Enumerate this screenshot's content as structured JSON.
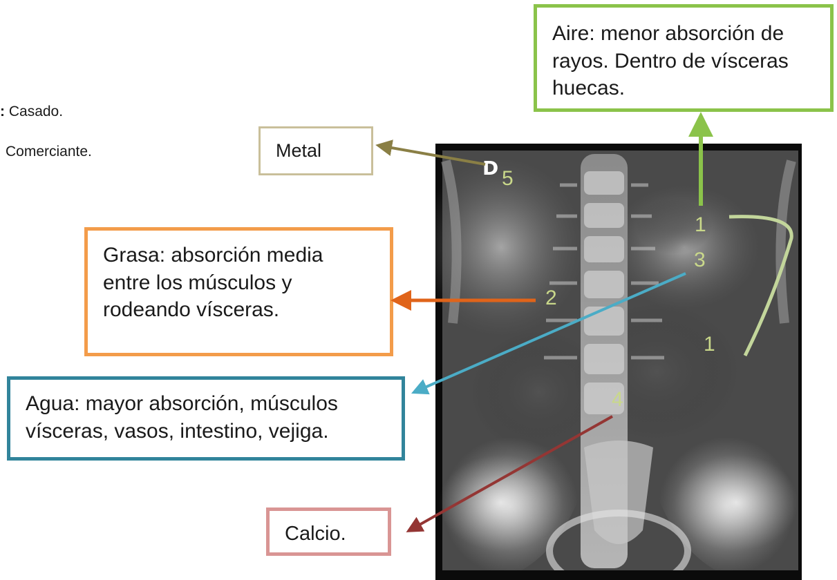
{
  "fragments": {
    "marital_colon": ":",
    "marital_value": "Casado.",
    "occupation_value": "Comerciante."
  },
  "labels": {
    "aire": "Aire: menor absorción de rayos. Dentro de vísceras huecas.",
    "metal": "Metal",
    "grasa": "Grasa: absorción media entre los músculos y rodeando vísceras.",
    "agua": "Agua: mayor absorción, músculos vísceras, vasos, intestino, vejiga.",
    "calcio": "Calcio."
  },
  "xray": {
    "side_marker": "D",
    "numbers": {
      "n5": "5",
      "n1a": "1",
      "n3": "3",
      "n2": "2",
      "n1b": "1",
      "n4": "4"
    }
  },
  "colors": {
    "aire": "#8bc34a",
    "metal": "#c9bf9a",
    "metal_arrow": "#8a7f45",
    "grasa": "#f39c4a",
    "grasa_arrow": "#e0641a",
    "agua": "#31849b",
    "agua_arrow": "#4bacc6",
    "calcio": "#d99594",
    "calcio_arrow": "#943634",
    "curve": "#c3d69b"
  }
}
